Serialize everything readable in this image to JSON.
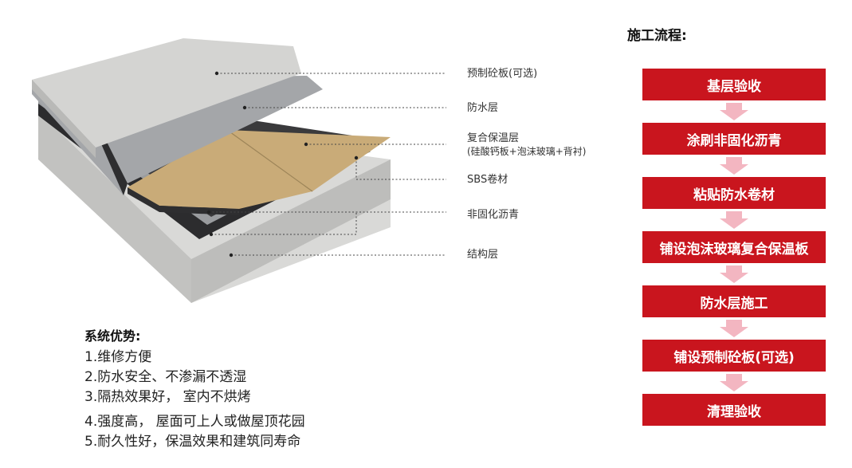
{
  "layers": [
    {
      "id": "precast",
      "label": "预制砼板(可选)",
      "sub": ""
    },
    {
      "id": "waterproof",
      "label": "防水层",
      "sub": ""
    },
    {
      "id": "insulation",
      "label": "复合保温层",
      "sub": "(硅酸钙板+泡沫玻璃+背衬)"
    },
    {
      "id": "sbs",
      "label": "SBS卷材",
      "sub": ""
    },
    {
      "id": "asphalt",
      "label": "非固化沥青",
      "sub": ""
    },
    {
      "id": "structure",
      "label": "结构层",
      "sub": ""
    }
  ],
  "advantages": {
    "title": "系统优势:",
    "items": [
      "1.维修方便",
      "2.防水安全、不渗漏不透湿",
      "3.隔热效果好， 室内不烘烤",
      "4.强度高， 屋面可上人或做屋顶花园",
      "5.耐久性好，保温效果和建筑同寿命"
    ]
  },
  "process": {
    "title": "施工流程:",
    "steps": [
      "基层验收",
      "涂刷非固化沥青",
      "粘贴防水卷材",
      "铺设泡沫玻璃复合保温板",
      "防水层施工",
      "铺设预制砼板(可选)",
      "清理验收"
    ]
  },
  "colors": {
    "step_fill": "#c9151e",
    "step_text": "#ffffff",
    "arrow": "#f3b6c1",
    "concrete_top": "#d6d6d4",
    "concrete_side": "#c4c4c2",
    "membrane_gray": "#a7a9ac",
    "insulation": "#c9ab78",
    "asphalt": "#2c2c2e"
  }
}
